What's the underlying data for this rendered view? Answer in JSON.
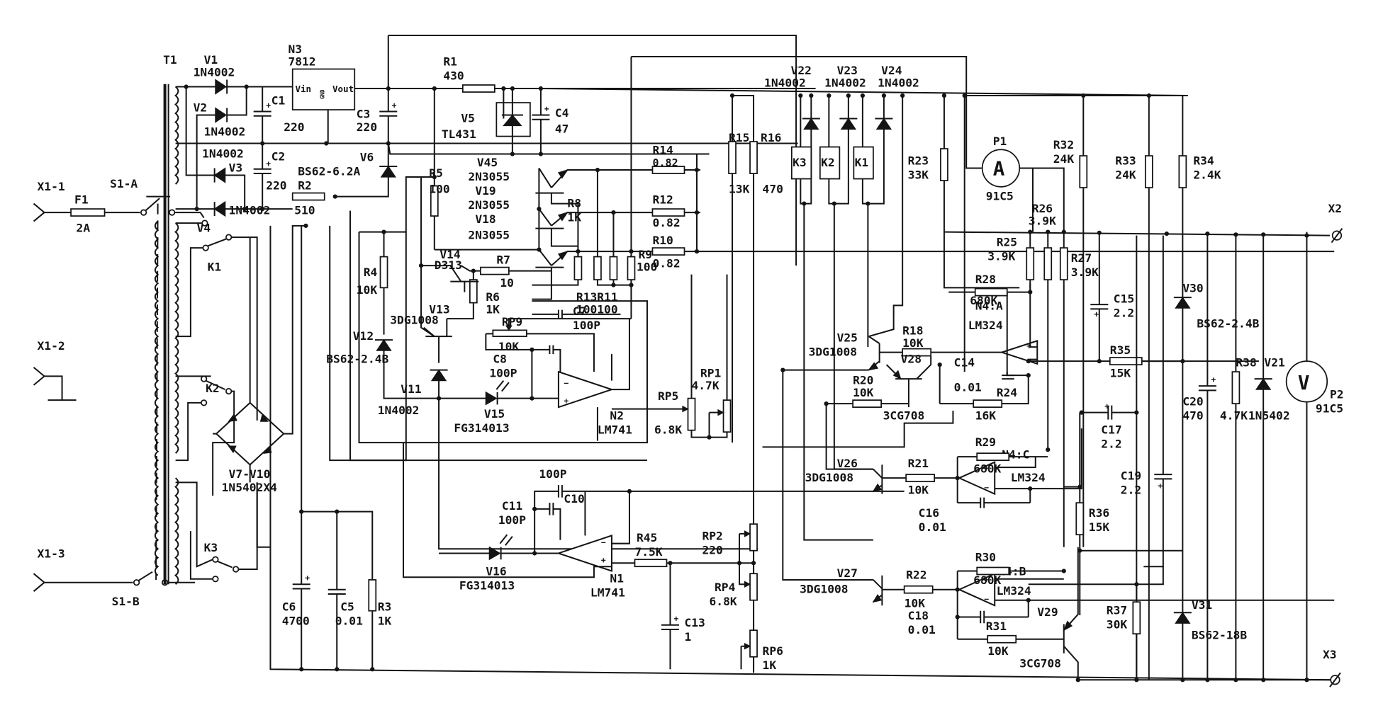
{
  "diagram": {
    "type": "circuit-schematic",
    "colors": {
      "ink": "#141414",
      "paper": "#ffffff"
    },
    "terminals": {
      "x1_1": "X1-1",
      "x1_2": "X1-2",
      "x1_3": "X1-3",
      "x2": "X2",
      "x3": "X3"
    },
    "power_input": {
      "fuse": {
        "ref": "F1",
        "value": "2A"
      },
      "switch_a": "S1-A",
      "switch_b": "S1-B",
      "transformer": "T1",
      "taps": [
        "K1",
        "K2",
        "K3"
      ]
    },
    "rectifier": {
      "v1": {
        "ref": "V1",
        "part": "1N4002"
      },
      "v2": {
        "ref": "V2",
        "part": "1N4002"
      },
      "v3": {
        "ref": "V3",
        "part": "1N4002"
      },
      "v4": {
        "ref": "V4",
        "part": "1N4002"
      },
      "bridge": {
        "ref": "V7-V10",
        "part": "1N5402X4"
      },
      "c1": {
        "ref": "C1",
        "value": "220"
      },
      "c2": {
        "ref": "C2",
        "value": "220"
      }
    },
    "regulator": {
      "ref": "N3",
      "part": "7812",
      "pin_in": "Vin",
      "pin_gnd": "GND",
      "pin_out": "Vout",
      "c3": {
        "ref": "C3",
        "value": "220"
      },
      "r1": {
        "ref": "R1",
        "value": "430"
      },
      "v5": {
        "ref": "V5",
        "part": "TL431"
      },
      "c4": {
        "ref": "C4",
        "value": "47"
      },
      "v6": {
        "ref": "V6",
        "part": "BS62-6.2A"
      },
      "r2": {
        "ref": "R2",
        "value": "510"
      }
    },
    "pass_stage": {
      "v45": {
        "ref": "V45",
        "part": "2N3055"
      },
      "v19": {
        "ref": "V19",
        "part": "2N3055"
      },
      "v18": {
        "ref": "V18",
        "part": "2N3055"
      },
      "r14": {
        "ref": "R14",
        "value": "0.82"
      },
      "r12": {
        "ref": "R12",
        "value": "0.82"
      },
      "r10": {
        "ref": "R10",
        "value": "0.82"
      },
      "r8": {
        "ref": "R8",
        "value": "1K"
      },
      "r9": {
        "ref": "R9",
        "value": "100"
      },
      "r13_r11": {
        "ref": "R13R11",
        "value": "100100"
      },
      "r5": {
        "ref": "R5",
        "value": "100"
      },
      "r7": {
        "ref": "R7",
        "value": "10"
      },
      "r6": {
        "ref": "R6",
        "value": "1K"
      },
      "v14": {
        "ref": "V14",
        "part": "D313"
      },
      "v13": {
        "ref": "V13",
        "part": "3DG1008"
      },
      "r4": {
        "ref": "R4",
        "value": "10K"
      },
      "v12": {
        "ref": "V12",
        "part": "BS62-2.4B"
      },
      "v11": {
        "ref": "V11",
        "part": "1N4002"
      }
    },
    "voltage_loop": {
      "n2": {
        "ref": "N2",
        "part": "LM741"
      },
      "rp9": {
        "ref": "RP9",
        "value": "10K"
      },
      "c7": {
        "ref": "C7",
        "value": "100P"
      },
      "c8": {
        "ref": "C8",
        "value": "100P"
      },
      "v15": {
        "ref": "V15",
        "part": "FG314013"
      },
      "rp5": {
        "ref": "RP5",
        "value": "6.8K"
      },
      "rp1": {
        "ref": "RP1",
        "value": "4.7K"
      },
      "r15": {
        "ref": "R15",
        "value": "13K"
      },
      "r16": {
        "ref": "R16",
        "value": "470"
      }
    },
    "current_loop": {
      "n1": {
        "ref": "N1",
        "part": "LM741"
      },
      "c11": {
        "ref": "C11",
        "value": "100P"
      },
      "c10": {
        "ref": "C10",
        "value": "100P"
      },
      "v16": {
        "ref": "V16",
        "part": "FG314013"
      },
      "r45": {
        "ref": "R45",
        "value": "7.5K"
      },
      "c13": {
        "ref": "C13",
        "value": "1"
      },
      "rp2": {
        "ref": "RP2",
        "value": "220"
      },
      "rp4": {
        "ref": "RP4",
        "value": "6.8K"
      },
      "rp6": {
        "ref": "RP6",
        "value": "1K"
      }
    },
    "filter": {
      "c6": {
        "ref": "C6",
        "value": "4700"
      },
      "c5": {
        "ref": "C5",
        "value": "0.01"
      },
      "r3": {
        "ref": "R3",
        "value": "1K"
      }
    },
    "relays": {
      "v22": {
        "ref": "V22",
        "part": "1N4002"
      },
      "v23": {
        "ref": "V23",
        "part": "1N4002"
      },
      "v24": {
        "ref": "V24",
        "part": "1N4002"
      },
      "k3": "K3",
      "k2": "K2",
      "k1": "K1",
      "r23": {
        "ref": "R23",
        "value": "33K"
      }
    },
    "control": {
      "v25": {
        "ref": "V25",
        "part": "3DG1008"
      },
      "v28": {
        "ref": "V28",
        "part": "3CG708"
      },
      "r18": {
        "ref": "R18",
        "value": "10K"
      },
      "r20": {
        "ref": "R20",
        "value": "10K"
      },
      "r24": {
        "ref": "R24",
        "value": "16K"
      },
      "c14": {
        "ref": "C14",
        "value": "0.01"
      },
      "r28": {
        "ref": "R28",
        "value": "680K"
      },
      "n4a": {
        "ref": "N4:A",
        "part": "LM324"
      },
      "r25": {
        "ref": "R25",
        "value": "3.9K"
      },
      "r26": {
        "ref": "R26",
        "value": "3.9K"
      },
      "r27": {
        "ref": "R27",
        "value": "3.9K"
      },
      "v26": {
        "ref": "V26",
        "part": "3DG1008"
      },
      "r21": {
        "ref": "R21",
        "value": "10K"
      },
      "c16": {
        "ref": "C16",
        "value": "0.01"
      },
      "r29": {
        "ref": "R29",
        "value": "680K"
      },
      "n4c": {
        "ref": "N4:C",
        "part": "LM324"
      },
      "v27": {
        "ref": "V27",
        "part": "3DG1008"
      },
      "r22": {
        "ref": "R22",
        "value": "10K"
      },
      "c18": {
        "ref": "C18",
        "value": "0.01"
      },
      "r30": {
        "ref": "R30",
        "value": "680K"
      },
      "n4b": {
        "ref": "N4:B",
        "part": "LM324"
      },
      "r31": {
        "ref": "R31",
        "value": "10K"
      },
      "v29": {
        "ref": "V29",
        "part": "3CG708"
      }
    },
    "meters": {
      "p1": {
        "ref": "P1",
        "part": "91C5",
        "symbol": "A"
      },
      "p2": {
        "ref": "P2",
        "part": "91C5",
        "symbol": "V"
      }
    },
    "output": {
      "r32": {
        "ref": "R32",
        "value": "24K"
      },
      "r33": {
        "ref": "R33",
        "value": "24K"
      },
      "r34": {
        "ref": "R34",
        "value": "2.4K"
      },
      "c15": {
        "ref": "C15",
        "value": "2.2"
      },
      "r35": {
        "ref": "R35",
        "value": "15K"
      },
      "c17": {
        "ref": "C17",
        "value": "2.2"
      },
      "c19": {
        "ref": "C19",
        "value": "2.2"
      },
      "r36": {
        "ref": "R36",
        "value": "15K"
      },
      "r37": {
        "ref": "R37",
        "value": "30K"
      },
      "v30": {
        "ref": "V30",
        "part": "BS62-2.4B"
      },
      "v31": {
        "ref": "V31",
        "part": "BS62-18B"
      },
      "c20": {
        "ref": "C20",
        "value": "470"
      },
      "r38": {
        "ref": "R38",
        "value": "4.7K"
      },
      "v21": {
        "ref": "V21",
        "part": "1N5402"
      }
    }
  }
}
